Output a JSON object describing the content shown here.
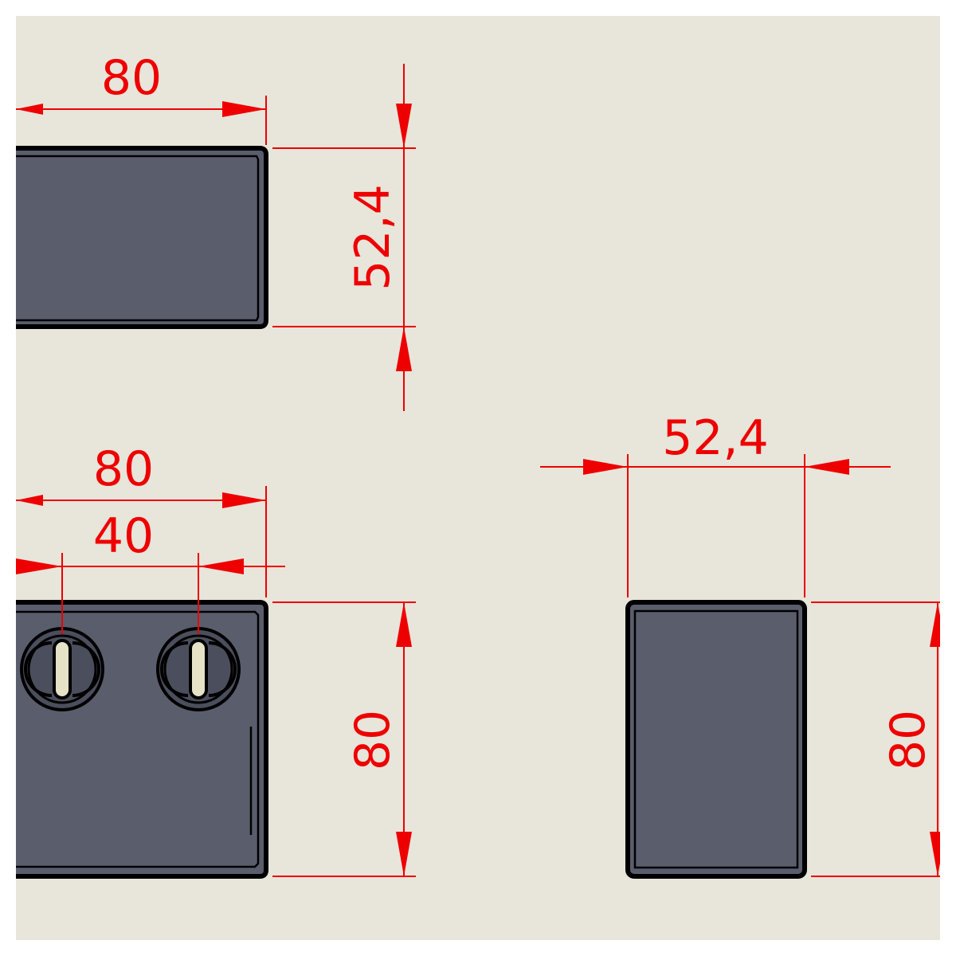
{
  "colors": {
    "sheet_background": "#e8e5da",
    "page_background": "#ffffff",
    "dimension_color": "#ee0000",
    "part_fill": "#5a5d6c",
    "outline": "#000000",
    "terminal_slot": "#e6e2c8"
  },
  "top_view": {
    "width_dim": "80",
    "height_dim": "52,4"
  },
  "front_view": {
    "width_dim": "80",
    "terminal_spacing_dim": "40",
    "height_dim": "80",
    "terminals": [
      "terminal-left",
      "terminal-right"
    ]
  },
  "side_view": {
    "width_dim": "52,4",
    "height_dim": "80"
  }
}
